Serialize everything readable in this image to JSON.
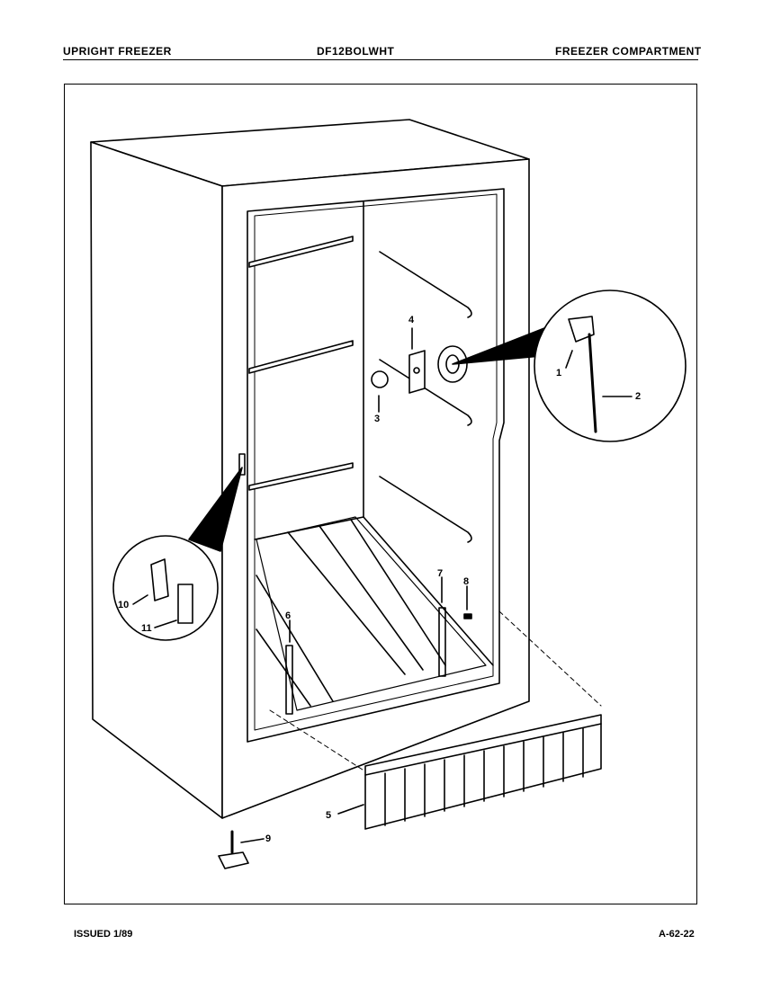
{
  "header": {
    "left": "UPRIGHT FREEZER",
    "middle": "DF12BOLWHT",
    "right": "FREEZER COMPARTMENT"
  },
  "footer": {
    "issued": "ISSUED 1/89",
    "code": "A-62-22"
  },
  "callouts": {
    "c1": "1",
    "c2": "2",
    "c3": "3",
    "c4": "4",
    "c5": "5",
    "c6": "6",
    "c7": "7",
    "c8": "8",
    "c9": "9",
    "c10": "10",
    "c11": "11"
  }
}
